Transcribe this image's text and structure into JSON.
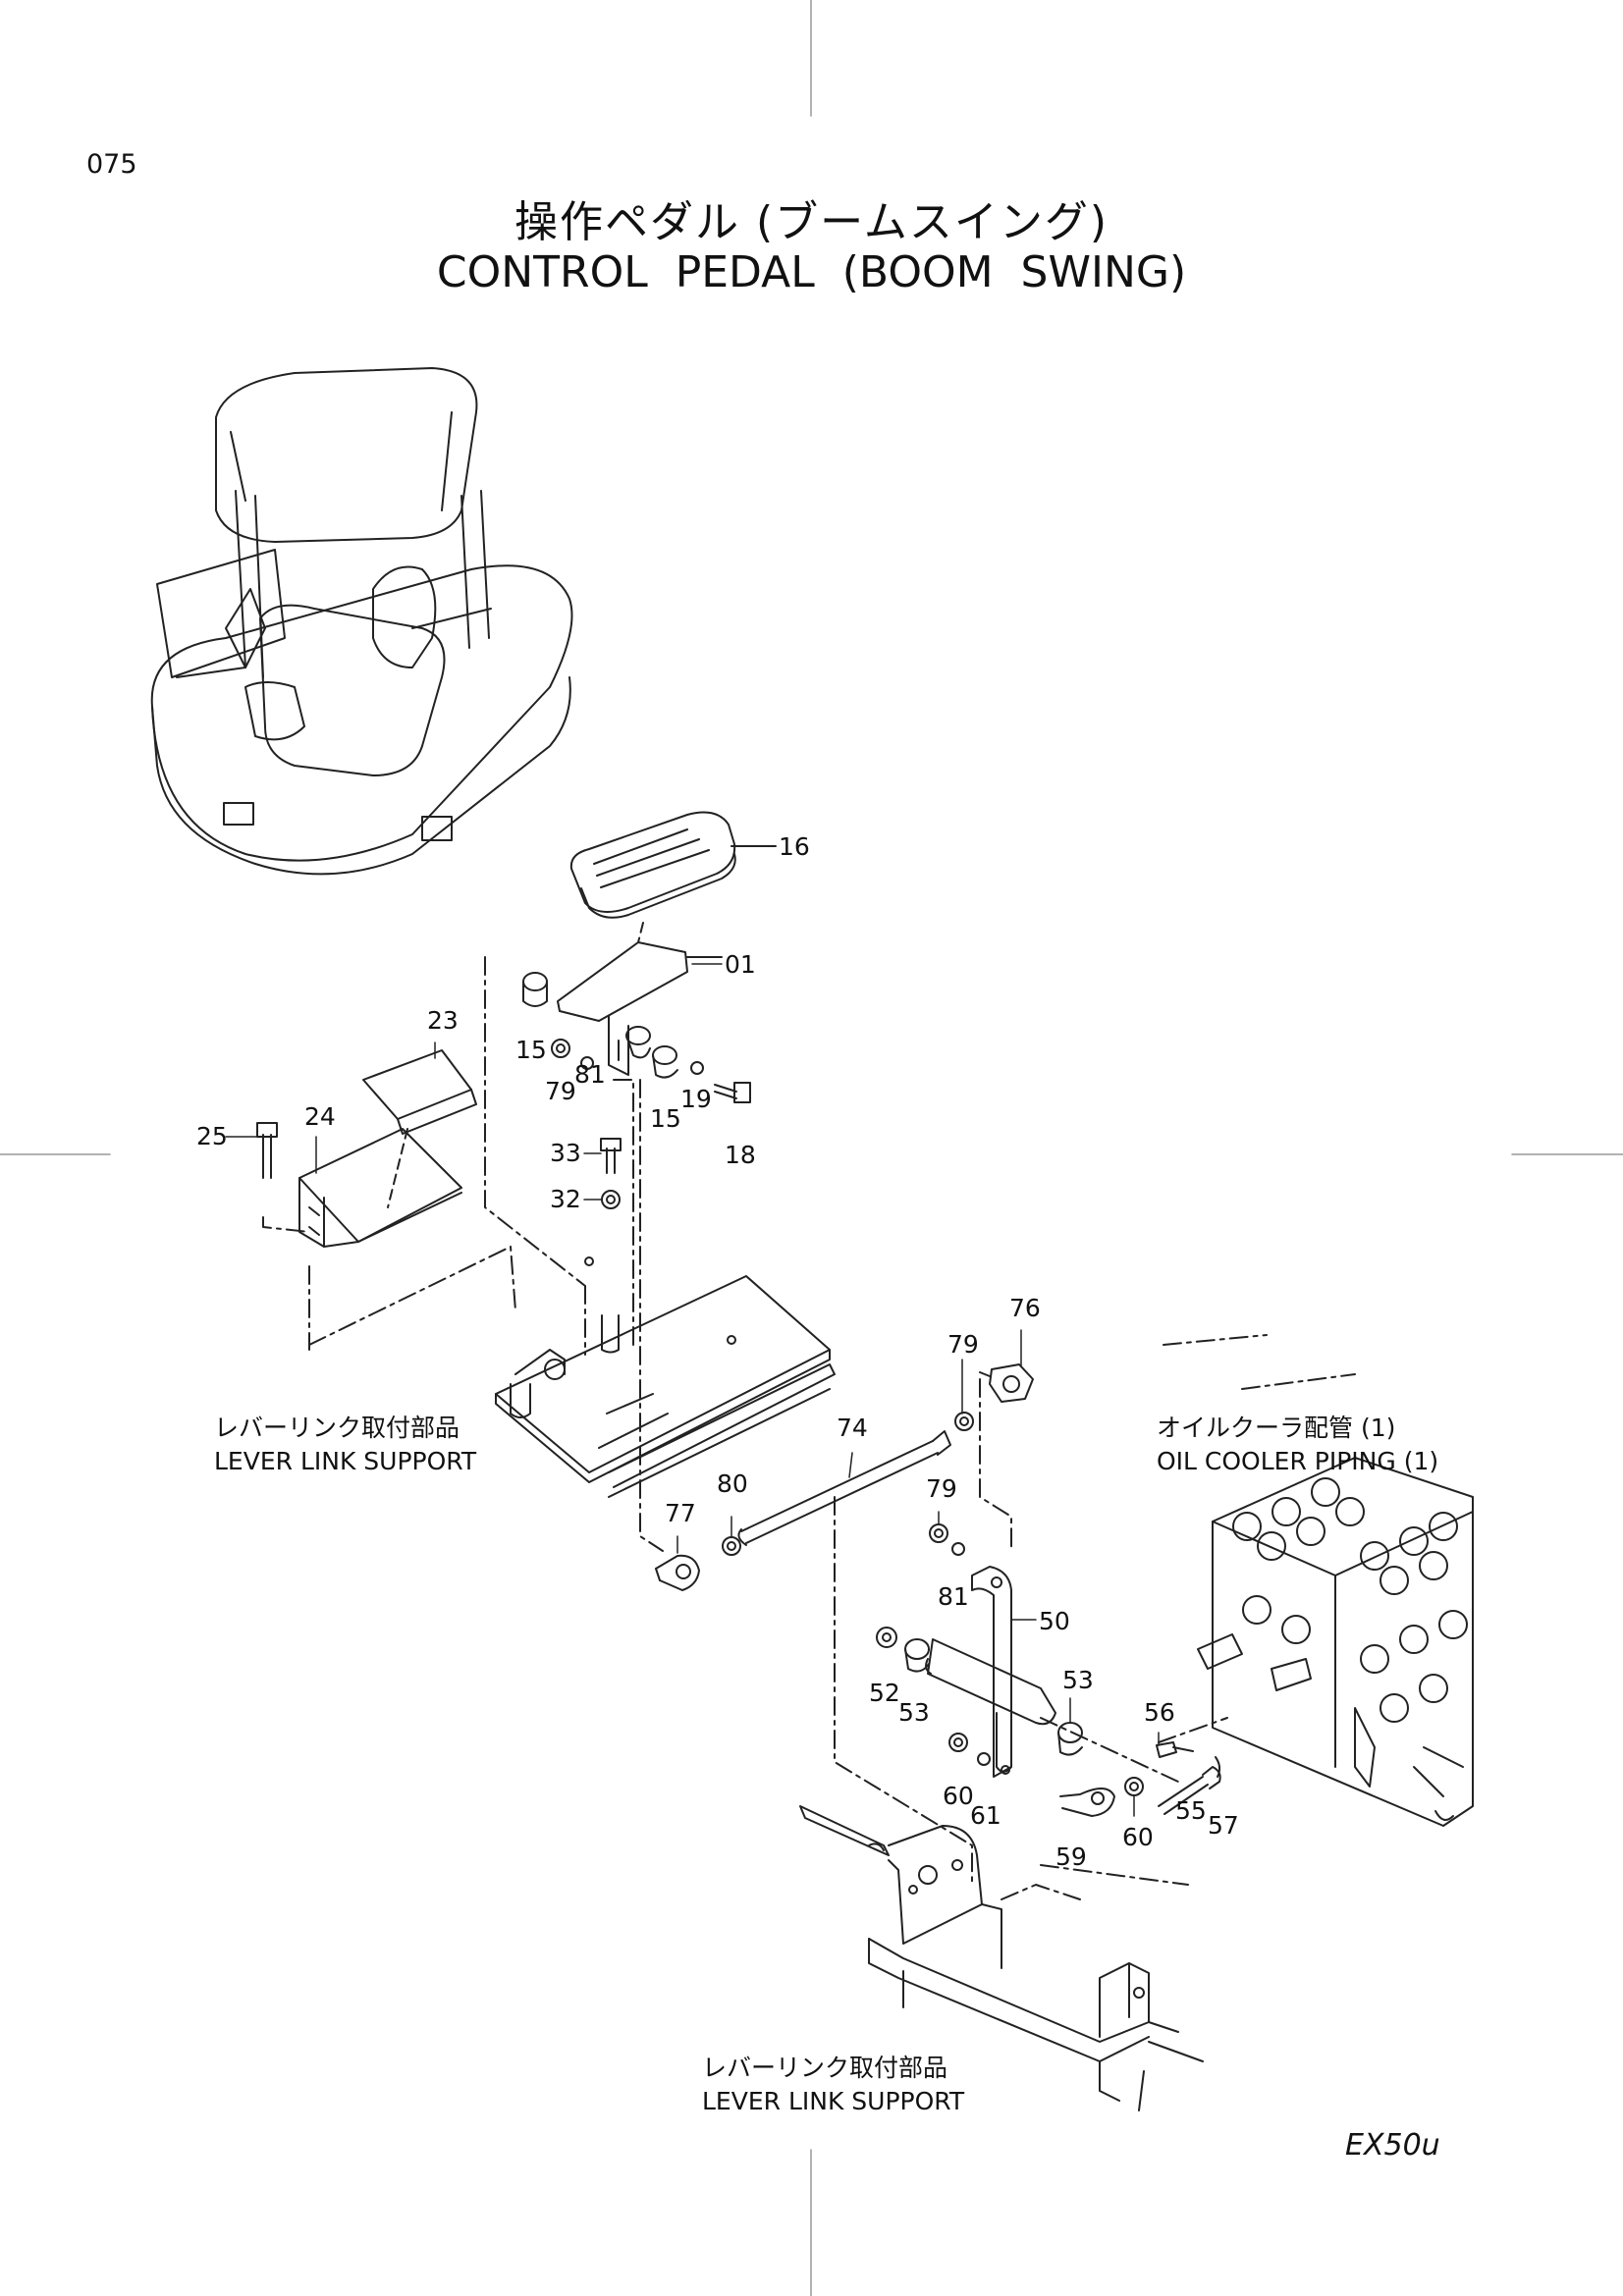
{
  "page_number": "075",
  "title": {
    "japanese": "操作ペダル (ブームスイング)",
    "english": "CONTROL  PEDAL  (BOOM  SWING)"
  },
  "callouts": [
    "16",
    "01",
    "23",
    "15",
    "79",
    "81",
    "15",
    "19",
    "18",
    "24",
    "25",
    "33",
    "32",
    "76",
    "79",
    "74",
    "80",
    "79",
    "77",
    "81",
    "50",
    "52",
    "53",
    "53",
    "56",
    "60",
    "61",
    "59",
    "60",
    "55",
    "57"
  ],
  "labels": {
    "lever_link_support_1": {
      "jp": "レバーリンク取付部品",
      "en": "LEVER  LINK  SUPPORT"
    },
    "oil_cooler_piping": {
      "jp": "オイルクーラ配管 (1)",
      "en": "OIL  COOLER  PIPING  (1)"
    },
    "lever_link_support_2": {
      "jp": "レバーリンク取付部品",
      "en": "LEVER  LINK  SUPPORT"
    }
  },
  "model": "EX50u"
}
